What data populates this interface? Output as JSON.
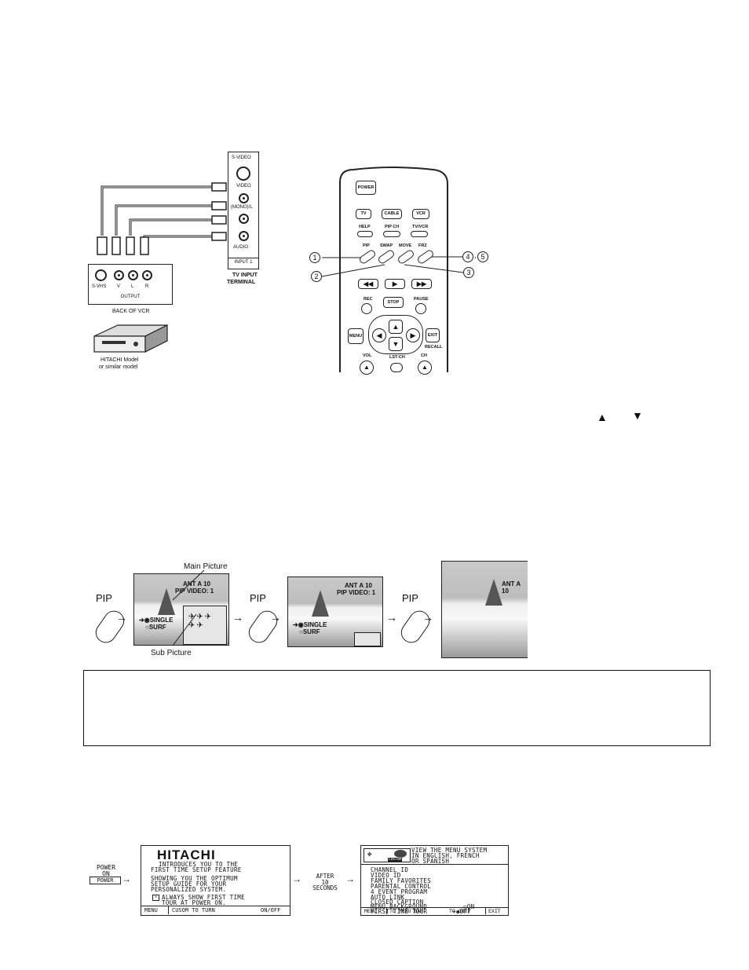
{
  "vcr_diagram": {
    "tv_terminal": {
      "svideo_label": "S-VIDEO",
      "video_label": "VIDEO",
      "mono_label": "(MONO)/L",
      "audio_label": "AUDIO",
      "input_label": "INPUT 1",
      "caption_line1": "TV INPUT",
      "caption_line2": "TERMINAL"
    },
    "vcr_back": {
      "jacks": [
        "S-VHS",
        "V",
        "L",
        "R"
      ],
      "output_label": "OUTPUT",
      "caption": "BACK OF VCR"
    },
    "vcr_model_line1": "HITACHI Model",
    "vcr_model_line2": "or similar model"
  },
  "remote": {
    "power": "POWER",
    "tv": "TV",
    "cable": "CABLE",
    "vcr": "VCR",
    "help": "HELP",
    "pip_ch": "PIP CH",
    "tv_vcr": "TV/VCR",
    "pip": "PIP",
    "swap": "SWAP",
    "move": "MOVE",
    "frz": "FRZ",
    "rec": "REC",
    "stop": "STOP",
    "pause": "PAUSE",
    "menu": "MENU",
    "exit": "EXIT",
    "recall": "RECALL",
    "vol": "VOL",
    "lst_ch": "LST-CH",
    "ch": "CH",
    "callouts": [
      "1",
      "2",
      "3",
      "4",
      "5"
    ]
  },
  "pip_sequence": {
    "button_label": "PIP",
    "main_picture_label": "Main Picture",
    "sub_picture_label": "Sub Picture",
    "screen1": {
      "line1": "ANT A   10",
      "line2": "PIP VIDEO: 1",
      "opt1": "SINGLE",
      "opt2": "SURF"
    },
    "screen2": {
      "line1": "ANT A   10",
      "line2": "PIP VIDEO: 1",
      "opt1": "SINGLE",
      "opt2": "SURF"
    },
    "screen3": {
      "line1": "ANT A   10"
    }
  },
  "setup_sequence": {
    "power_on_line1": "POWER",
    "power_on_line2": "ON",
    "power_button": "POWER",
    "after_line1": "AFTER",
    "after_line2": "10",
    "after_line3": "SECONDS",
    "screen1": {
      "logo": "HITACHI",
      "intro_line1": "INTRODUCES YOU TO THE",
      "intro_line2": "FIRST TIME SETUP FEATURE",
      "body_line1": "SHOWING YOU THE OPTIMUM",
      "body_line2": "SETUP GUIDE FOR YOUR",
      "body_line3": "PERSONALIZED SYSTEM.",
      "check_line1": "ALWAYS SHOW FIRST TIME",
      "check_line2": "TOUR AT POWER ON.",
      "footer_menu": "MENU",
      "footer_mid": "CUSOM TO TURN",
      "footer_right": "ON/OFF"
    },
    "screen2": {
      "custom_label": "CUSTOM",
      "header_line1": "VIEW THE MENU SYSTEM",
      "header_line2": "IN ENGLISH, FRENCH",
      "header_line3": "OR SPANISH",
      "items": [
        "CHANNEL ID",
        "VIDEO ID",
        "FAMILY FAVORITES",
        "PARENTAL CONTROL",
        "4 EVENT PROGRAM",
        "AUTO LINK",
        "CLOSED CAPTION",
        "MENU BACKGROUND",
        "FIRST TIME TOUR"
      ],
      "opt_on": "ON",
      "opt_off": "OFF",
      "footer_menu": "MENU",
      "footer_mid": "TO MENU BAR",
      "footer_quit": "TO QUIT",
      "footer_exit": "EXIT"
    }
  }
}
